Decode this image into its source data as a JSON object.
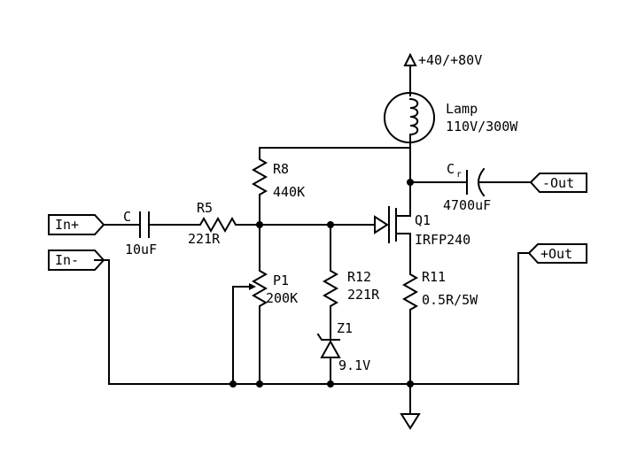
{
  "supply": {
    "label": "+40/+80V"
  },
  "lamp": {
    "name": "Lamp",
    "rating": "110V/300W"
  },
  "r8": {
    "name": "R8",
    "value": "440K"
  },
  "c_in": {
    "name": "C",
    "value": "10uF"
  },
  "r5": {
    "name": "R5",
    "value": "221R"
  },
  "p1": {
    "name": "P1",
    "value": "200K"
  },
  "r12": {
    "name": "R12",
    "value": "221R"
  },
  "z1": {
    "name": "Z1",
    "value": "9.1V"
  },
  "q1": {
    "name": "Q1",
    "part": "IRFP240"
  },
  "r11": {
    "name": "R11",
    "value": "0.5R/5W"
  },
  "c_out": {
    "name": "C",
    "subscript": "r",
    "value": "4700uF"
  },
  "ports": {
    "in_plus": "In+",
    "in_minus": "In-",
    "out_minus": "-Out",
    "out_plus": "+Out"
  }
}
